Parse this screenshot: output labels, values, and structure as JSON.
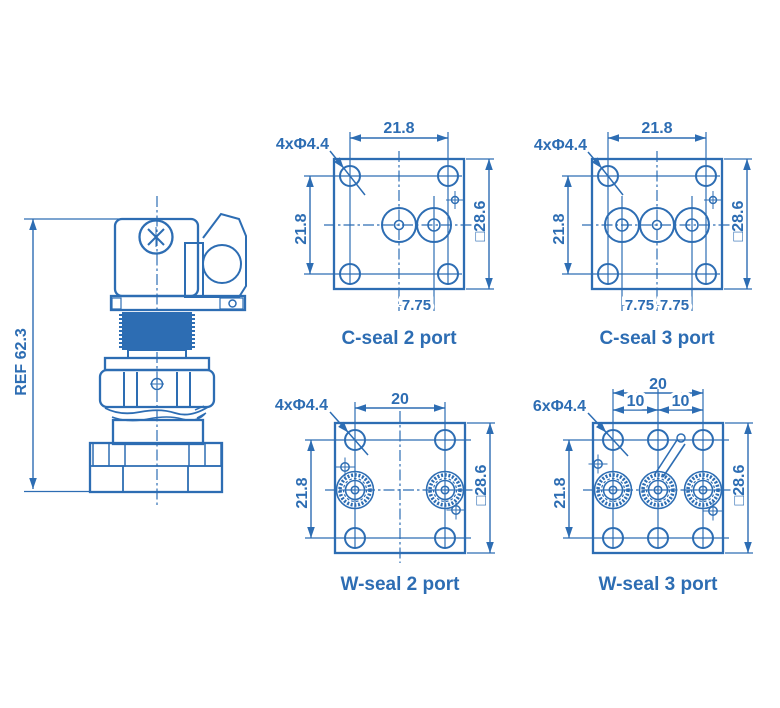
{
  "colors": {
    "accent": "#2d6db3",
    "background": "#ffffff"
  },
  "side_view": {
    "ref_dimension": "REF 62.3"
  },
  "views": {
    "cseal2": {
      "title": "C-seal 2 port",
      "hole_label": "4xΦ4.4",
      "dim_width": "21.8",
      "dim_height": "21.8",
      "dim_square": "□28.6",
      "dim_offset": "7.75"
    },
    "cseal3": {
      "title": "C-seal 3 port",
      "hole_label": "4xΦ4.4",
      "dim_width": "21.8",
      "dim_height": "21.8",
      "dim_square": "□28.6",
      "dim_offset_left": "7.75",
      "dim_offset_right": "7.75"
    },
    "wseal2": {
      "title": "W-seal 2 port",
      "hole_label": "4xΦ4.4",
      "dim_width": "20",
      "dim_height": "21.8",
      "dim_square": "□28.6"
    },
    "wseal3": {
      "title": "W-seal 3 port",
      "hole_label": "6xΦ4.4",
      "dim_width": "20",
      "dim_width_left": "10",
      "dim_width_right": "10",
      "dim_height": "21.8",
      "dim_square": "□28.6"
    }
  }
}
